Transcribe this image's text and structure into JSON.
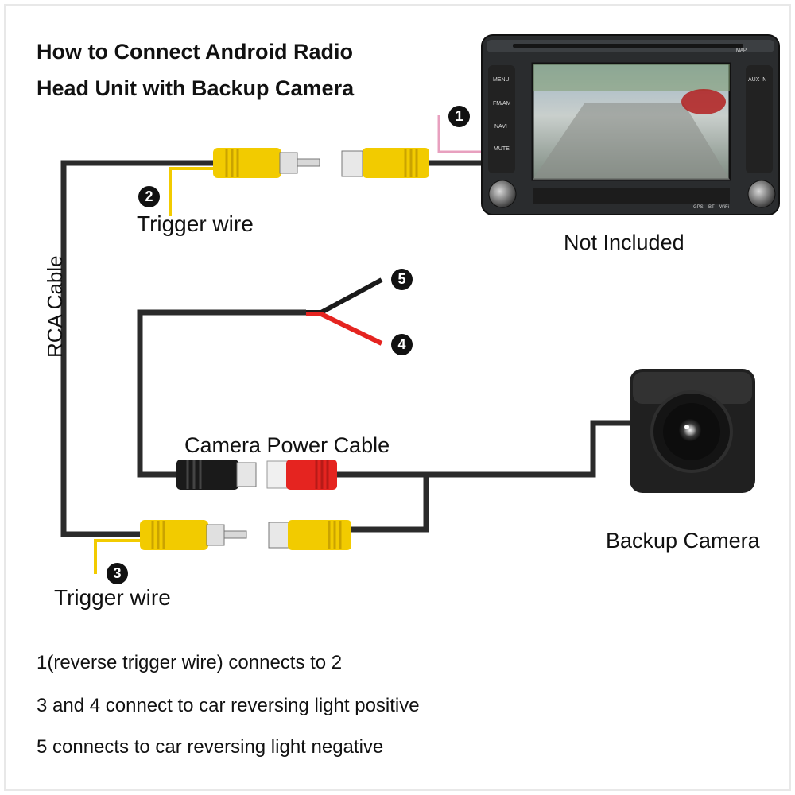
{
  "title": {
    "line1": "How to Connect Android Radio",
    "line2": "Head Unit with Backup Camera"
  },
  "labels": {
    "rca_cable": "RCA Cable",
    "trigger_wire_top": "Trigger wire",
    "trigger_wire_bottom": "Trigger wire",
    "camera_power_cable": "Camera Power Cable",
    "not_included": "Not Included",
    "backup_camera": "Backup Camera"
  },
  "markers": {
    "m1": "1",
    "m2": "2",
    "m3": "3",
    "m4": "4",
    "m5": "5"
  },
  "head_unit": {
    "left_buttons": [
      "MENU",
      "FM/AM",
      "NAVI",
      "MUTE"
    ],
    "right_buttons": [
      "AUX IN",
      "",
      "",
      "",
      ""
    ],
    "top_right_tag": "MAP",
    "bottom_tags": [
      "GPS",
      "BT",
      "WiFi"
    ]
  },
  "notes": [
    "1(reverse trigger wire) connects to 2",
    "3 and 4 connect to car reversing light positive",
    "5 connects to car reversing light negative"
  ],
  "colors": {
    "cable": "#2b2b2b",
    "rca_yellow": "#f2cb00",
    "power_red": "#e52420",
    "power_black": "#1a1a1a",
    "trigger_pink": "#e8a0bf",
    "trigger_yellow": "#f2cb00"
  }
}
